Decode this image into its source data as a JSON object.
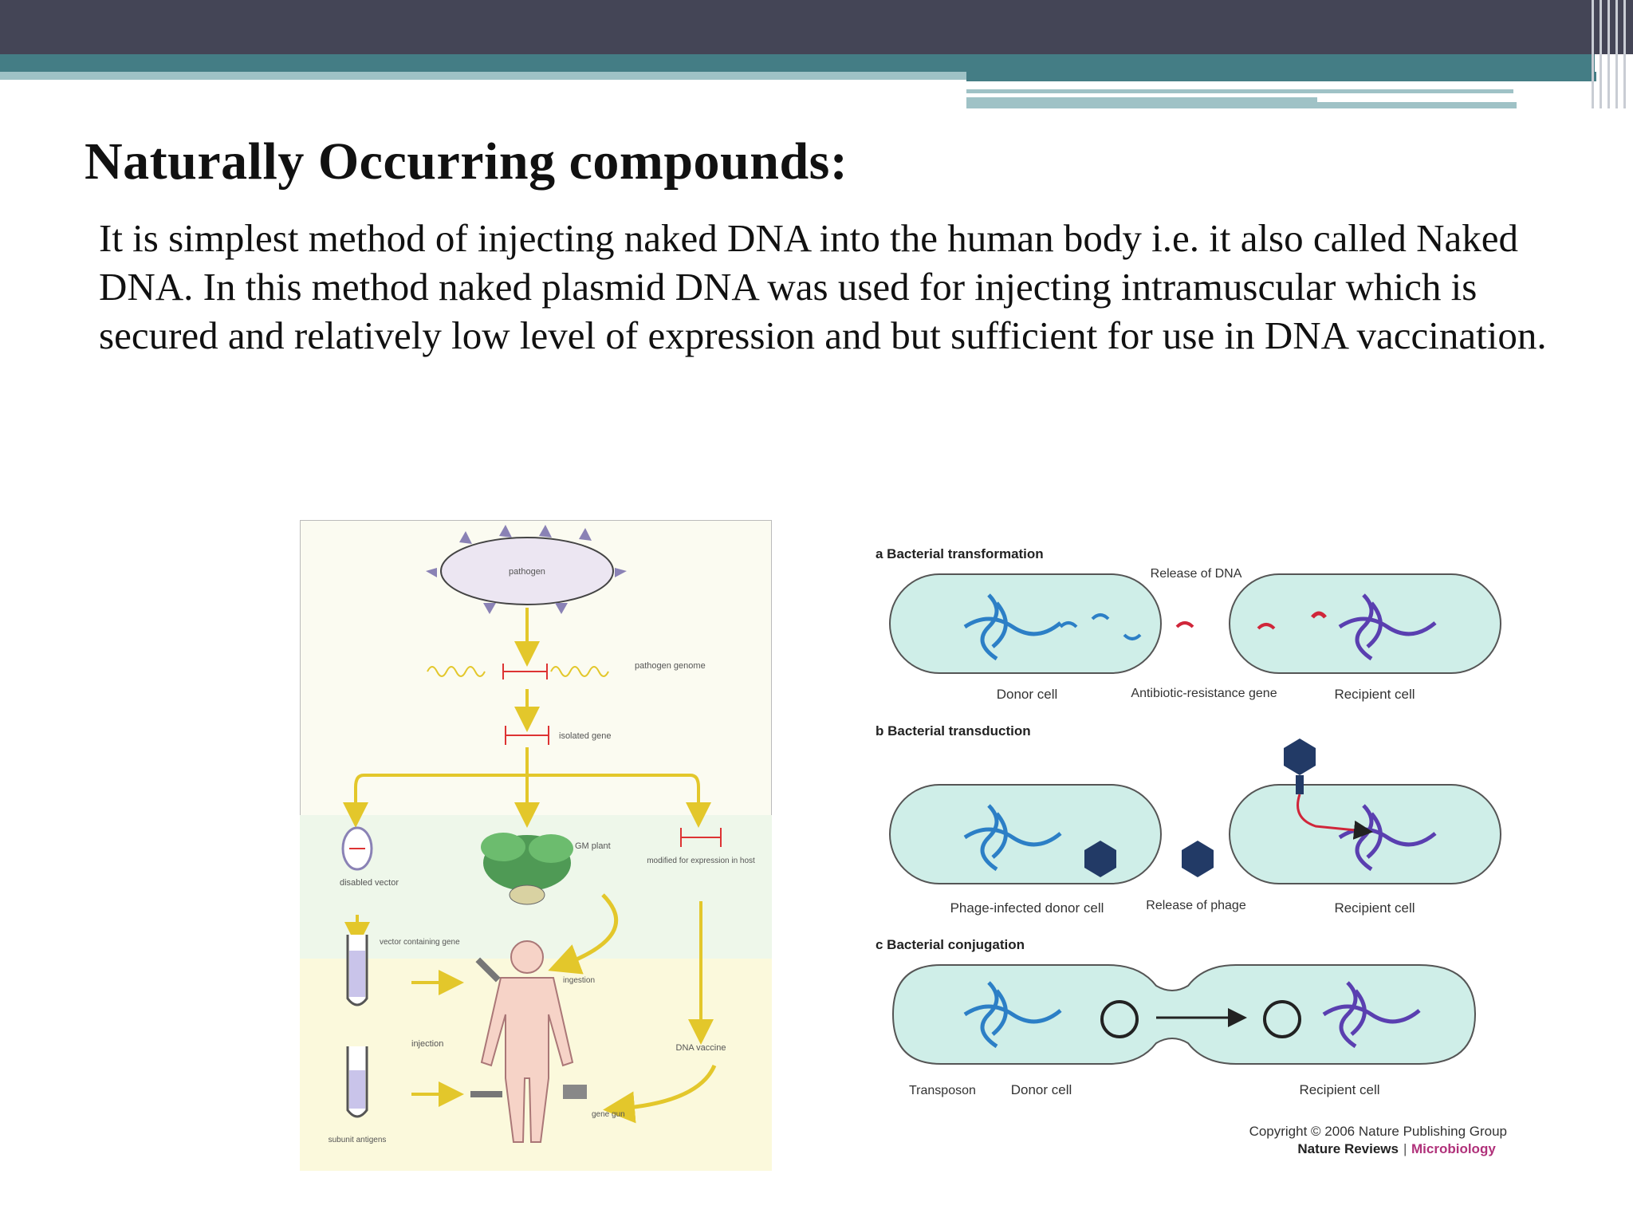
{
  "slide": {
    "title": "Naturally Occurring compounds:",
    "body": "It is simplest method of injecting naked DNA into the human body i.e. it also called Naked DNA. In this method naked plasmid DNA was used for injecting intramuscular which is secured and relatively low level of expression and but sufficient for use in DNA vaccination."
  },
  "figure_left": {
    "labels": {
      "pathogen": "pathogen",
      "pathogen_genome": "pathogen genome",
      "isolated_gene": "isolated gene",
      "gm_plant": "GM plant",
      "modified": "modified for expression in host",
      "disabled_vector": "disabled vector",
      "vector_containing": "vector containing gene",
      "ingestion": "ingestion",
      "injection": "injection",
      "dna_vaccine": "DNA vaccine",
      "subunit": "subunit antigens",
      "gene_gun": "gene gun"
    }
  },
  "figure_right": {
    "a_title": "a  Bacterial transformation",
    "release_dna": "Release of DNA",
    "donor_cell": "Donor cell",
    "antibiotic": "Antibiotic-resistance gene",
    "recipient_cell": "Recipient cell",
    "b_title": "b  Bacterial transduction",
    "phage_infected": "Phage-infected donor cell",
    "release_phage": "Release of phage",
    "c_title": "c  Bacterial conjugation",
    "transposon": "Transposon",
    "copyright": "Copyright © 2006 Nature Publishing Group",
    "journal": "Nature Reviews",
    "journal_section": "Microbiology"
  },
  "colors": {
    "header_dark": "#444556",
    "teal": "#447d85",
    "teal_light": "#9fc2c6",
    "cell_fill": "#cfeee8",
    "dna_blue": "#2c7fc6",
    "dna_purple": "#5a3fb0",
    "arrow_yellow": "#e3c72b"
  }
}
